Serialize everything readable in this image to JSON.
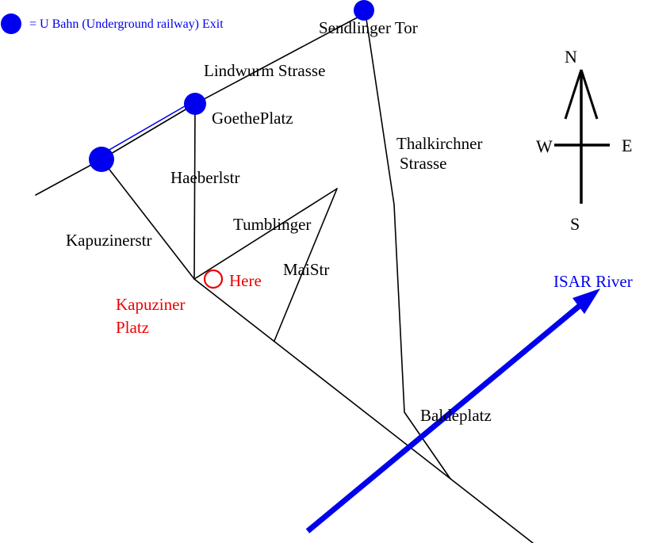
{
  "legend": {
    "symbol": "ubahn-exit-circle",
    "label": "= U Bahn (Underground railway) Exit"
  },
  "labels": {
    "sendlinger_tor": "Sendlinger Tor",
    "lindwurm_strasse": "Lindwurm Strasse",
    "goetheplatz": "GoethePlatz",
    "thalkirchner_line1": "Thalkirchner",
    "thalkirchner_line2": "Strasse",
    "haeberlstr": "Haeberlstr",
    "tumblinger": "Tumblinger",
    "kapuzinerstr": "Kapuzinerstr",
    "maistr": "MaiStr",
    "here": "Here",
    "kapuziner_platz_line1": "Kapuziner",
    "kapuziner_platz_line2": "Platz",
    "baldeplatz": "Baldeplatz",
    "isar_river": "ISAR River"
  },
  "compass": {
    "north": "N",
    "east": "E",
    "south": "S",
    "west": "W"
  },
  "colors": {
    "ubahn_blue": "#0000ee",
    "marker_red": "#ee0000",
    "road_black": "#000000"
  }
}
